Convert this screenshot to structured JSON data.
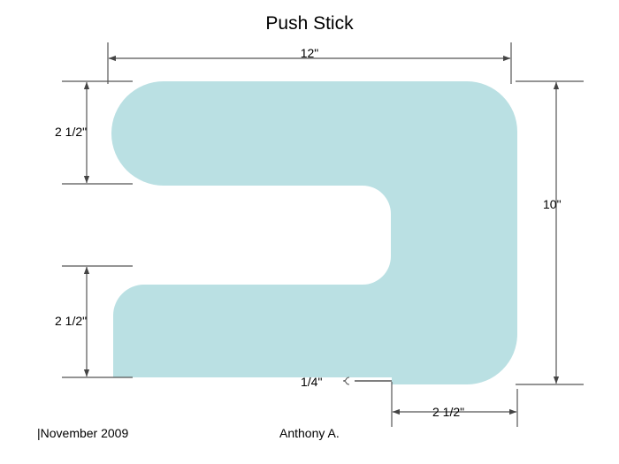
{
  "title": {
    "text": "Push Stick"
  },
  "colors": {
    "shape_fill": "#bae0e3",
    "dimension_line": "#555555",
    "text": "#000000",
    "background": "#ffffff"
  },
  "dimensions": {
    "top_width": "12\"",
    "left_upper_arm_height": "2 1/2\"",
    "left_lower_arm_height": "2 1/2\"",
    "right_overall_height": "10\"",
    "thickness": "1/4\"",
    "bottom_right_width": "2 1/2\""
  },
  "footer": {
    "date": "|November 2009",
    "author": "Anthony A."
  },
  "shape": {
    "name": "push-stick-profile",
    "description": "C-shaped push stick profile with rounded upper arm, notch, lower arm and stepped bottom edge"
  }
}
